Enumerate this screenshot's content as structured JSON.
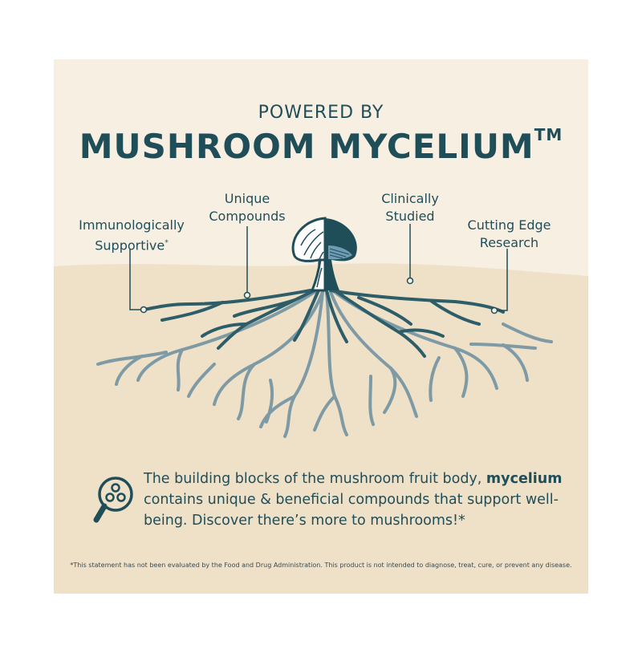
{
  "header": {
    "pre_title": "POWERED BY",
    "title": "MUSHROOM MYCELIUM",
    "trademark": "TM"
  },
  "labels": {
    "immuno_line1": "Immunologically",
    "immuno_line2": "Supportive",
    "immuno_asterisk": "*",
    "unique_line1": "Unique",
    "unique_line2": "Compounds",
    "clinical_line1": "Clinically",
    "clinical_line2": "Studied",
    "cutting_line1": "Cutting Edge",
    "cutting_line2": "Research"
  },
  "description": {
    "part1": "The building blocks of the mushroom fruit body, ",
    "highlight": "mycelium",
    "part2": " contains unique & beneficial compounds that support well-being. Discover there’s more to mushrooms!*"
  },
  "disclaimer": "*This statement has not been evaluated by the Food and Drug Administration. This product is not intended to diagnose, treat, cure, or prevent any disease.",
  "colors": {
    "background": "#f7efe2",
    "ground": "#efe0c8",
    "primary": "#1f4e59",
    "root_dark": "#2c5d68",
    "root_light": "#7d9aa5",
    "gill_blue": "#6f9bb3"
  },
  "icons": {
    "mushroom": "mushroom-icon",
    "magnifier": "magnifier-icon"
  }
}
